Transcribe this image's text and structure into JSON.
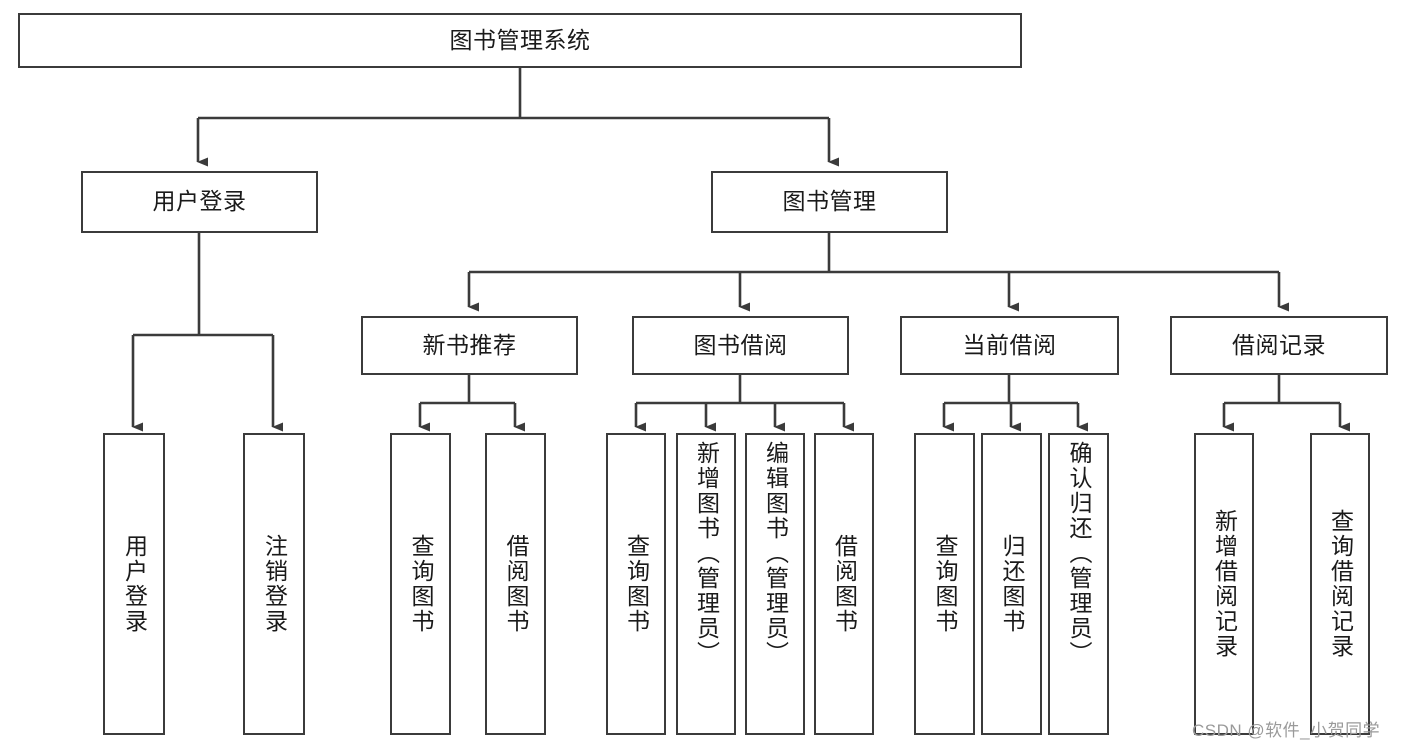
{
  "diagram": {
    "title": "图书管理系统",
    "type": "tree-hierarchy",
    "orientation": "top-down",
    "line_color": "#3b3b3b",
    "box_fill": "#ffffff",
    "text_color": "#1a1a1a",
    "levels": 4,
    "nodes": {
      "root": {
        "label": "图书管理系统",
        "level": 1
      },
      "l2": [
        {
          "id": "user-login",
          "label": "用户登录",
          "level": 2
        },
        {
          "id": "book-manage",
          "label": "图书管理",
          "level": 2
        }
      ],
      "l3": [
        {
          "id": "new-book-rec",
          "label": "新书推荐",
          "level": 3,
          "parent": "book-manage"
        },
        {
          "id": "book-borrow",
          "label": "图书借阅",
          "level": 3,
          "parent": "book-manage"
        },
        {
          "id": "current-borrow",
          "label": "当前借阅",
          "level": 3,
          "parent": "book-manage"
        },
        {
          "id": "borrow-record",
          "label": "借阅记录",
          "level": 3,
          "parent": "book-manage"
        }
      ],
      "l4": [
        {
          "id": "leaf-user-login",
          "label": "用户登录",
          "parent": "user-login"
        },
        {
          "id": "leaf-logout-login",
          "label": "注销登录",
          "parent": "user-login"
        },
        {
          "id": "leaf-query-book-1",
          "label": "查询图书",
          "parent": "new-book-rec"
        },
        {
          "id": "leaf-borrow-book-1",
          "label": "借阅图书",
          "parent": "new-book-rec"
        },
        {
          "id": "leaf-query-book-2",
          "label": "查询图书",
          "parent": "book-borrow"
        },
        {
          "id": "leaf-add-book",
          "label": "新增图书（管理员）",
          "parent": "book-borrow"
        },
        {
          "id": "leaf-edit-book",
          "label": "编辑图书（管理员）",
          "parent": "book-borrow"
        },
        {
          "id": "leaf-borrow-book-2",
          "label": "借阅图书",
          "parent": "book-borrow"
        },
        {
          "id": "leaf-query-book-3",
          "label": "查询图书",
          "parent": "current-borrow"
        },
        {
          "id": "leaf-return-book",
          "label": "归还图书",
          "parent": "current-borrow"
        },
        {
          "id": "leaf-confirm-return",
          "label": "确认归还（管理员）",
          "parent": "current-borrow"
        },
        {
          "id": "leaf-add-record",
          "label": "新增借阅记录",
          "parent": "borrow-record"
        },
        {
          "id": "leaf-query-record",
          "label": "查询借阅记录",
          "parent": "borrow-record"
        }
      ]
    }
  },
  "watermark": {
    "text": "CSDN @软件_小贺同学"
  }
}
